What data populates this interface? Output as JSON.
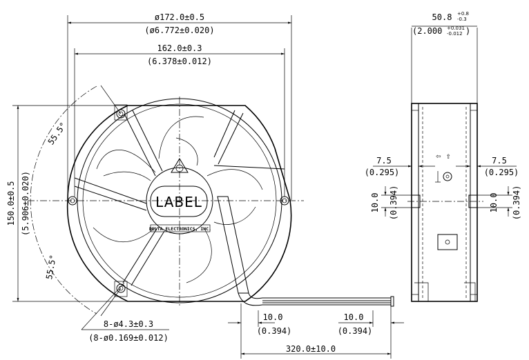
{
  "front_view": {
    "outer_diameter": "ø172.0±0.5",
    "outer_diameter_in": "(ø6.772±0.020)",
    "mount_spacing": "162.0±0.3",
    "mount_spacing_in": "(6.378±0.012)",
    "height": "150.0±0.5",
    "height_in": "(5.906±0.020)",
    "angle_top": "55.5°",
    "angle_bottom": "55.5°",
    "holes": "8-ø4.3±0.3",
    "holes_in": "(8-ø0.169±0.012)",
    "label_text": "LABEL",
    "brand_text": "DELTA ELECTRONICS, INC."
  },
  "side_view": {
    "depth": "50.8",
    "depth_tol_plus": "+0.8",
    "depth_tol_minus": "-0.3",
    "depth_in": "(2.000",
    "depth_in_tol_plus": "+0.031",
    "depth_in_tol_minus": "-0.012",
    "depth_in_close": ")",
    "offset_left": "7.5",
    "offset_left_in": "(0.295)",
    "offset_right": "7.5",
    "offset_right_in": "(0.295)",
    "slot_left": "10.0",
    "slot_left_in": "(0.394)",
    "slot_right": "10.0",
    "slot_right_in": "(0.394)",
    "rotation_mark": "⇦ ⇧"
  },
  "lead_wire": {
    "strip_1": "10.0",
    "strip_1_in": "(0.394)",
    "strip_2": "10.0",
    "strip_2_in": "(0.394)",
    "length": "320.0±10.0"
  }
}
